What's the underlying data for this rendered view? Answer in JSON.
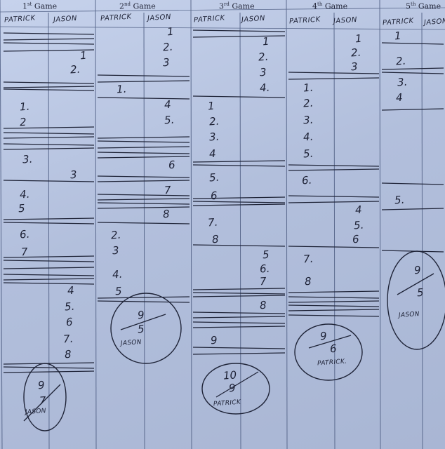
{
  "games": [
    {
      "title": "1st Game",
      "p": "PATRICK",
      "j": "JASON",
      "p_scores": [
        "1.",
        "2",
        "3.",
        "4.",
        "5",
        "6.",
        "7"
      ],
      "j_scores": [
        "1",
        "2.",
        "3",
        "4",
        "5.",
        "6",
        "7.",
        "8"
      ],
      "result": [
        "9",
        "7",
        "JASON"
      ]
    },
    {
      "title": "2nd Game",
      "p": "PATRICK",
      "j": "JASON",
      "p_scores": [
        "1.",
        "2.",
        "3",
        "4.",
        "5"
      ],
      "j_scores": [
        "1",
        "2.",
        "3",
        "4",
        "5.",
        "6",
        "7",
        "8"
      ],
      "result": [
        "9",
        "5",
        "JASON"
      ]
    },
    {
      "title": "3rd Game",
      "p": "PATRICK",
      "j": "JASON",
      "p_scores": [
        "1",
        "2.",
        "3.",
        "4",
        "5.",
        "6",
        "7.",
        "8",
        "9"
      ],
      "j_scores": [
        "1",
        "2.",
        "3",
        "4.",
        "5",
        "6.",
        "7",
        "8"
      ],
      "result": [
        "10",
        "9",
        "PATRICK"
      ]
    },
    {
      "title": "4th Game",
      "p": "PATRICK",
      "j": "JASON",
      "p_scores": [
        "1.",
        "2.",
        "3.",
        "4.",
        "5.",
        "6.",
        "7.",
        "8"
      ],
      "j_scores": [
        "1",
        "2.",
        "3",
        "4",
        "5.",
        "6"
      ],
      "result": [
        "9",
        "6",
        "PATRICK."
      ]
    },
    {
      "title": "5th Game",
      "p": "PATRICK",
      "j": "JASON",
      "p_scores": [
        "1",
        "2.",
        "3.",
        "4",
        "5."
      ],
      "j_scores": [],
      "result": [
        "9",
        "5",
        "JASON"
      ]
    }
  ]
}
